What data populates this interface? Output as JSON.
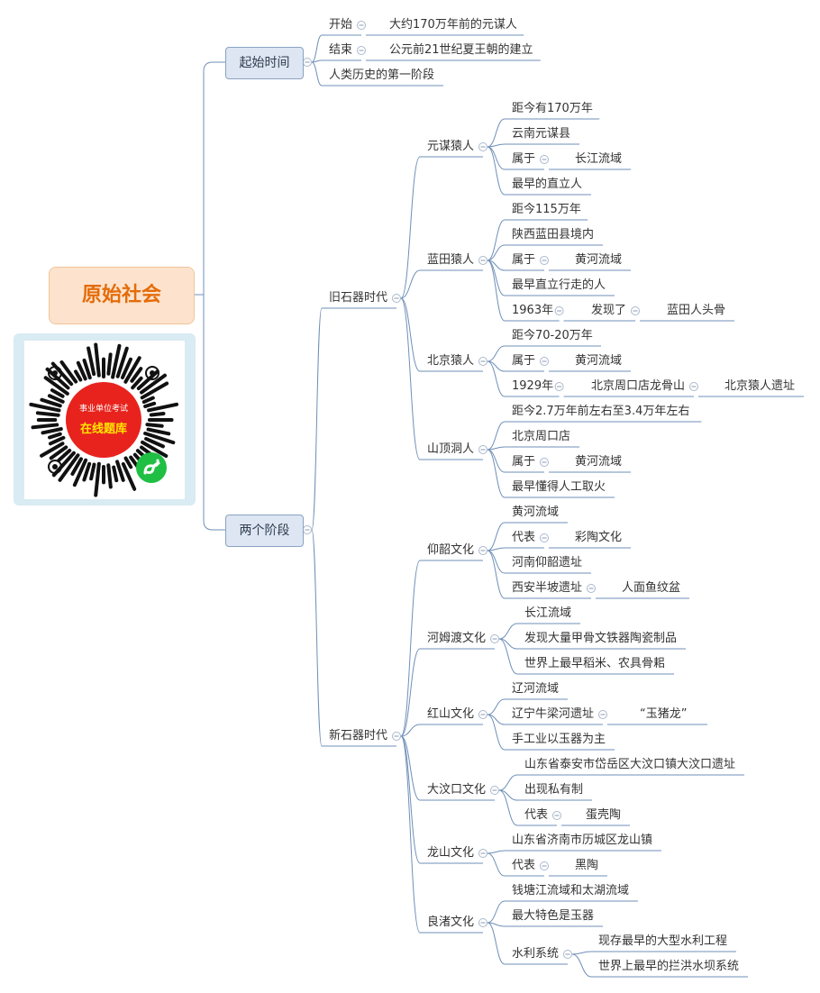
{
  "root": {
    "label": "原始社会"
  },
  "qr": {
    "line1": "事业单位考试",
    "line2": "在线题库",
    "logo_icon": "mini-program-icon"
  },
  "colors": {
    "line": "#6f8fb8",
    "root_text": "#e46c0a",
    "qr_red": "#e8231d"
  },
  "nodes": [
    {
      "id": "n1",
      "text": "起始时间",
      "parent": "root"
    },
    {
      "id": "n1a",
      "text": "开始",
      "parent": "n1"
    },
    {
      "id": "n1a1",
      "text": "大约170万年前的元谋人",
      "parent": "n1a"
    },
    {
      "id": "n1b",
      "text": "结束",
      "parent": "n1"
    },
    {
      "id": "n1b1",
      "text": "公元前21世纪夏王朝的建立",
      "parent": "n1b"
    },
    {
      "id": "n1c",
      "text": "人类历史的第一阶段",
      "parent": "n1"
    },
    {
      "id": "n2",
      "text": "两个阶段",
      "parent": "root"
    },
    {
      "id": "p1",
      "text": "旧石器时代",
      "parent": "n2"
    },
    {
      "id": "y",
      "text": "元谋猿人",
      "parent": "p1"
    },
    {
      "id": "y1",
      "text": "距今有170万年",
      "parent": "y"
    },
    {
      "id": "y2",
      "text": "云南元谋县",
      "parent": "y"
    },
    {
      "id": "y3",
      "text": "属于",
      "parent": "y"
    },
    {
      "id": "y3a",
      "text": "长江流域",
      "parent": "y3"
    },
    {
      "id": "y4",
      "text": "最早的直立人",
      "parent": "y"
    },
    {
      "id": "l",
      "text": "蓝田猿人",
      "parent": "p1"
    },
    {
      "id": "l1",
      "text": "距今115万年",
      "parent": "l"
    },
    {
      "id": "l2",
      "text": "陕西蓝田县境内",
      "parent": "l"
    },
    {
      "id": "l3",
      "text": "属于",
      "parent": "l"
    },
    {
      "id": "l3a",
      "text": "黄河流域",
      "parent": "l3"
    },
    {
      "id": "l4",
      "text": "最早直立行走的人",
      "parent": "l"
    },
    {
      "id": "l5",
      "text": "1963年",
      "parent": "l"
    },
    {
      "id": "l5a",
      "text": "发现了",
      "parent": "l5"
    },
    {
      "id": "l5b",
      "text": "蓝田人头骨",
      "parent": "l5a"
    },
    {
      "id": "b",
      "text": "北京猿人",
      "parent": "p1"
    },
    {
      "id": "b1",
      "text": "距今70-20万年",
      "parent": "b"
    },
    {
      "id": "b2",
      "text": "属于",
      "parent": "b"
    },
    {
      "id": "b2a",
      "text": "黄河流域",
      "parent": "b2"
    },
    {
      "id": "b3",
      "text": "1929年",
      "parent": "b"
    },
    {
      "id": "b3a",
      "text": "北京周口店龙骨山",
      "parent": "b3"
    },
    {
      "id": "b3b",
      "text": "北京猿人遗址",
      "parent": "b3a"
    },
    {
      "id": "s",
      "text": "山顶洞人",
      "parent": "p1"
    },
    {
      "id": "s1",
      "text": "距今2.7万年前左右至3.4万年左右",
      "parent": "s"
    },
    {
      "id": "s2",
      "text": "北京周口店",
      "parent": "s"
    },
    {
      "id": "s3",
      "text": "属于",
      "parent": "s"
    },
    {
      "id": "s3a",
      "text": "黄河流域",
      "parent": "s3"
    },
    {
      "id": "s4",
      "text": "最早懂得人工取火",
      "parent": "s"
    },
    {
      "id": "p2",
      "text": "新石器时代",
      "parent": "n2"
    },
    {
      "id": "ys",
      "text": "仰韶文化",
      "parent": "p2"
    },
    {
      "id": "ys1",
      "text": "黄河流域",
      "parent": "ys"
    },
    {
      "id": "ys2",
      "text": "代表",
      "parent": "ys"
    },
    {
      "id": "ys2a",
      "text": "彩陶文化",
      "parent": "ys2"
    },
    {
      "id": "ys3",
      "text": "河南仰韶遗址",
      "parent": "ys"
    },
    {
      "id": "ys4",
      "text": "西安半坡遗址",
      "parent": "ys"
    },
    {
      "id": "ys4a",
      "text": "人面鱼纹盆",
      "parent": "ys4"
    },
    {
      "id": "hm",
      "text": "河姆渡文化",
      "parent": "p2"
    },
    {
      "id": "hm1",
      "text": "长江流域",
      "parent": "hm"
    },
    {
      "id": "hm2",
      "text": "发现大量甲骨文铁器陶瓷制品",
      "parent": "hm"
    },
    {
      "id": "hm3",
      "text": "世界上最早稻米、农具骨耜",
      "parent": "hm"
    },
    {
      "id": "hs",
      "text": "红山文化",
      "parent": "p2"
    },
    {
      "id": "hs1",
      "text": "辽河流域",
      "parent": "hs"
    },
    {
      "id": "hs2",
      "text": "辽宁牛梁河遗址",
      "parent": "hs"
    },
    {
      "id": "hs2a",
      "text": "“玉猪龙”",
      "parent": "hs2"
    },
    {
      "id": "hs3",
      "text": "手工业以玉器为主",
      "parent": "hs"
    },
    {
      "id": "dw",
      "text": "大汶口文化",
      "parent": "p2"
    },
    {
      "id": "dw1",
      "text": "山东省泰安市岱岳区大汶口镇大汶口遗址",
      "parent": "dw"
    },
    {
      "id": "dw2",
      "text": "出现私有制",
      "parent": "dw"
    },
    {
      "id": "dw3",
      "text": "代表",
      "parent": "dw"
    },
    {
      "id": "dw3a",
      "text": "蛋壳陶",
      "parent": "dw3"
    },
    {
      "id": "ls",
      "text": "龙山文化",
      "parent": "p2"
    },
    {
      "id": "ls1",
      "text": "山东省济南市历城区龙山镇",
      "parent": "ls"
    },
    {
      "id": "ls2",
      "text": "代表",
      "parent": "ls"
    },
    {
      "id": "ls2a",
      "text": "黑陶",
      "parent": "ls2"
    },
    {
      "id": "lz",
      "text": "良渚文化",
      "parent": "p2"
    },
    {
      "id": "lz1",
      "text": "钱塘江流域和太湖流域",
      "parent": "lz"
    },
    {
      "id": "lz2",
      "text": "最大特色是玉器",
      "parent": "lz"
    },
    {
      "id": "lz3",
      "text": "水利系统",
      "parent": "lz"
    },
    {
      "id": "lz3a",
      "text": "现存最早的大型水利工程",
      "parent": "lz3"
    },
    {
      "id": "lz3b",
      "text": "世界上最早的拦洪水坝系统",
      "parent": "lz3"
    }
  ]
}
